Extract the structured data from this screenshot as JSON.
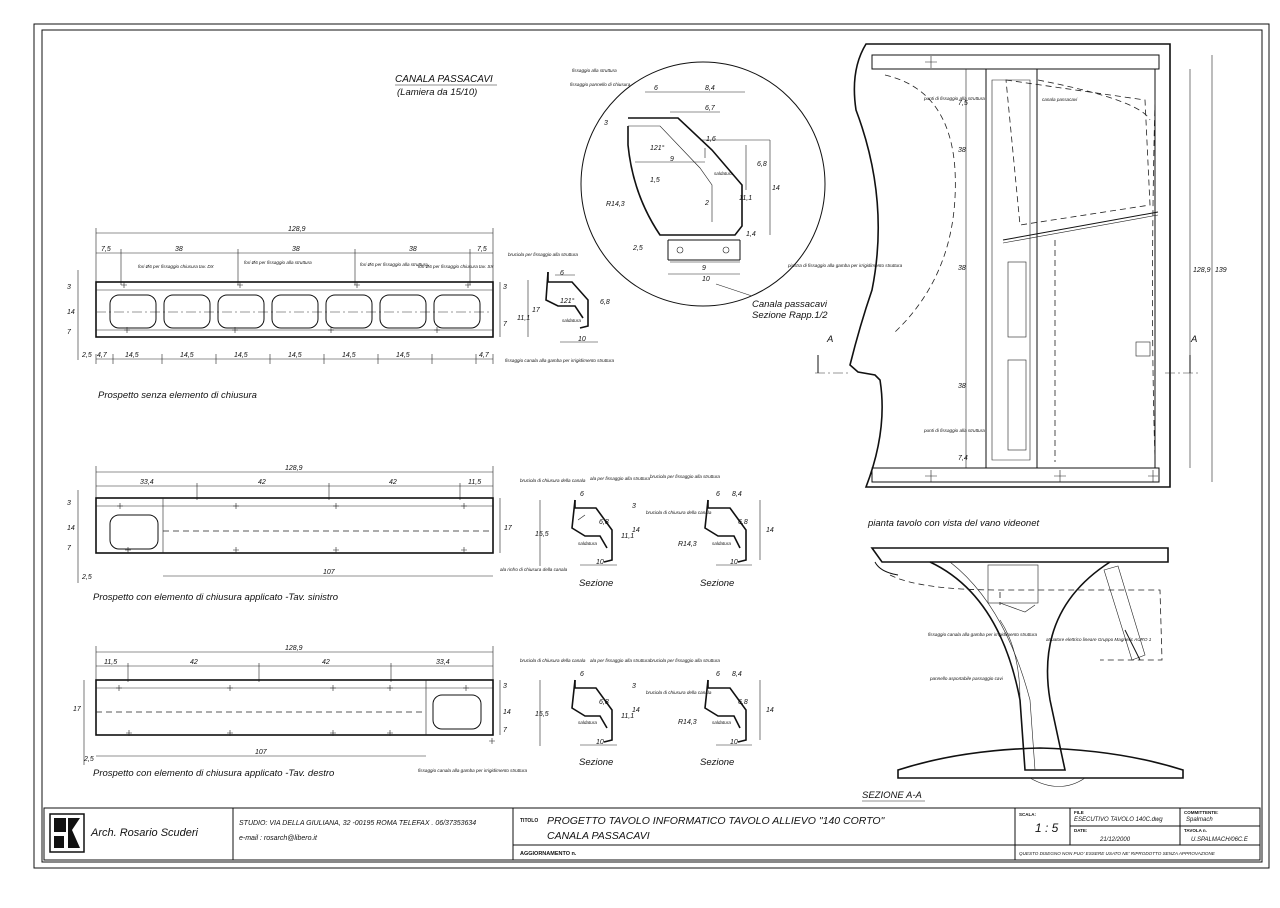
{
  "header": {
    "title": "CANALA PASSACAVI",
    "subtitle": "(Lamiera da 15/10)"
  },
  "elev1": {
    "caption": "Prospetto senza elemento di chiusura",
    "overall": "128,9",
    "top_dims": [
      "7,5",
      "38",
      "38",
      "38",
      "7,5"
    ],
    "bottom_dims": [
      "4,7",
      "14,5",
      "14,5",
      "14,5",
      "14,5",
      "14,5",
      "14,5",
      "4,7"
    ],
    "left_dims": [
      "3",
      "14",
      "7",
      "2,5"
    ],
    "right_dims": [
      "3",
      "7"
    ],
    "notes": [
      "fori Ø6 per fissaggio chiusura tav. DX",
      "fori Ø6 per fissaggio alla struttura",
      "fori Ø6 per fissaggio alla struttura",
      "fori Ø6 per fissaggio chiusura tav. SX",
      "fissaggio canala alla gamba per irrigidimento struttura"
    ]
  },
  "sec1": {
    "dims": [
      "6",
      "17",
      "11,1",
      "6,8",
      "10"
    ],
    "angle": "121°",
    "notes": [
      "bruciola per fissaggio alla struttura",
      "saldatura"
    ]
  },
  "elev2": {
    "caption": "Prospetto con elemento di chiusura applicato -Tav. sinistro",
    "overall": "128,9",
    "top_dims": [
      "33,4",
      "42",
      "42",
      "11,5"
    ],
    "bottom_dim": "107",
    "left_dims": [
      "3",
      "14",
      "7",
      "2,5"
    ],
    "right_dims": [
      "17"
    ]
  },
  "elev3": {
    "caption": "Prospetto con elemento di chiusura applicato -Tav. destro",
    "overall": "128,9",
    "top_dims": [
      "11,5",
      "42",
      "42",
      "33,4"
    ],
    "bottom_dim": "107",
    "left_dims": [
      "17",
      "2,5"
    ],
    "right_dims": [
      "3",
      "14",
      "7"
    ],
    "notes": [
      "fissaggio canala alla gamba per irrigidimento struttura"
    ]
  },
  "sec_mid": {
    "label": "Sezione",
    "dims": [
      "6",
      "15,5",
      "11,1",
      "6,8",
      "3",
      "14",
      "10"
    ],
    "notes": [
      "bruciola di chiusura della canala",
      "ala per fissaggio alla struttura",
      "saldatura",
      "ala rinfro di chiusura della canala"
    ]
  },
  "sec_right": {
    "label": "Sezione",
    "dims": [
      "6",
      "8,4",
      "6,8",
      "14",
      "10"
    ],
    "radius": "R14,3",
    "notes": [
      "bruciola per fissaggio alla struttura",
      "bruciola di chiusura della canala",
      "saldatura"
    ]
  },
  "detail": {
    "title": "Canala passacavi",
    "subtitle": "Sezione Rapp.1/2",
    "dims": [
      "6",
      "8,4",
      "6,7",
      "1,6",
      "3",
      "9",
      "1,5",
      "6,8",
      "11,1",
      "14",
      "2,5",
      "1,4",
      "9",
      "10",
      "2"
    ],
    "angle": "121°",
    "radius": "R14,3",
    "notes": [
      "fissaggio alla struttura",
      "fissaggio pannello di chiusura",
      "saldatura",
      "piastra di fissaggio alla gamba per irrigidimento struttura"
    ]
  },
  "plan": {
    "caption": "pianta tavolo con vista del vano videonet",
    "dims": [
      "7,5",
      "38",
      "38",
      "38",
      "7,4",
      "128,9",
      "139"
    ],
    "notes": [
      "canala passacavi",
      "punti di fissaggio alla struttura",
      "punti di fissaggio alla struttura"
    ],
    "section_marks": [
      "A",
      "A"
    ]
  },
  "section_aa": {
    "caption": "SEZIONE A-A",
    "notes": [
      "fissaggio canala alla gamba per irrigidimento struttura",
      "attuatore elettrico lineare Gruppo Magnetic AURO 1",
      "pannello asportabile passaggio cavi"
    ]
  },
  "titleblock": {
    "author": "Arch. Rosario Scuderi",
    "studio": "STUDIO: VIA DELLA GIULIANA, 32 -00195 ROMA TELEFAX . 06/37353634",
    "email": "e-mail : rosarch@libero.it",
    "titolo_label": "TITOLO",
    "title_line1": "PROGETTO TAVOLO INFORMATICO TAVOLO ALLIEVO \"140 CORTO\"",
    "title_line2": "CANALA PASSACAVI",
    "aggiornamento": "AGGIORNAMENTO n.",
    "scala_label": "SCALA:",
    "scala": "1 : 5",
    "file_label": "FILE",
    "file": "ESECUTIVO TAVOLO 140C.dwg",
    "committente_label": "COMMITTENTE:",
    "committente": "Spalmach",
    "date_label": "DATE:",
    "date": "21/12/2000",
    "tavola_label": "TAVOLA n.",
    "tavola": "U.SPALMACH/06C.E",
    "disclaimer": "QUESTO DISEGNO NON PUO' ESSERE USATO NE' RIPRODOTTO SENZA APPROVAZIONE"
  }
}
